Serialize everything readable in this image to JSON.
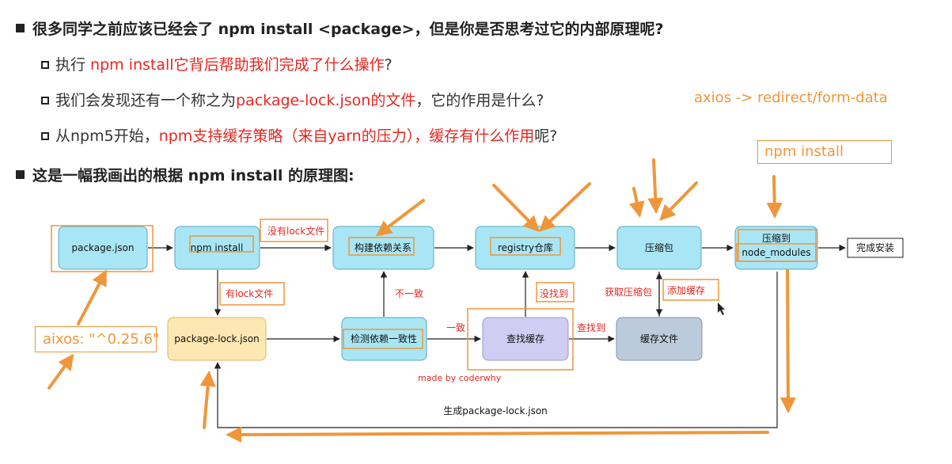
{
  "bullets": {
    "q1": "很多同学之前应该已经会了 npm install <package>，但是你是否思考过它的内部原理呢?",
    "sub1_pre": "执行 ",
    "sub1_red": "npm install它背后帮助我们完成了什么操作",
    "sub1_post": "?",
    "sub2_pre": "我们会发现还有一个称之为",
    "sub2_red": "package-lock.json的文件",
    "sub2_post": "，它的作用是什么?",
    "sub3_pre": "从npm5开始，",
    "sub3_red": "npm支持缓存策略（来自yarn的压力），缓存有什么作用",
    "sub3_post": "呢?",
    "q2": "这是一幅我画出的根据 npm install 的原理图:"
  },
  "notes": {
    "axios_redirect": "axios -> redirect/form-data",
    "npm_install": "npm install",
    "aixos_version": "aixos: \"^0.25.6\""
  },
  "nodes": {
    "package_json": "package.json",
    "npm_install": "npm install",
    "build_deps": "构建依赖关系",
    "registry": "registry仓库",
    "compress": "压缩包",
    "extract_to": "压缩到",
    "node_modules": "node_modules",
    "done": "完成安装",
    "package_lock": "package-lock.json",
    "check_deps": "检测依赖一致性",
    "find_cache": "查找缓存",
    "cache_file": "缓存文件"
  },
  "edges": {
    "no_lock": "没有lock文件",
    "has_lock": "有lock文件",
    "inconsistent": "不一致",
    "consistent": "一致",
    "not_found": "没找到",
    "found": "查找到",
    "get_tarball": "获取压缩包",
    "add_cache": "添加缓存",
    "gen_lock": "生成package-lock.json",
    "credit": "made by coderwhy"
  },
  "colors": {
    "red": "#e8261f",
    "orange": "#f0963a",
    "node_blue": "#a9e6f5",
    "node_blue_border": "#5aa7bd",
    "node_yellow": "#fde7b3",
    "node_yellow_border": "#e2b45a",
    "node_purple": "#cfcdf2",
    "node_gray": "#bccbdc"
  }
}
